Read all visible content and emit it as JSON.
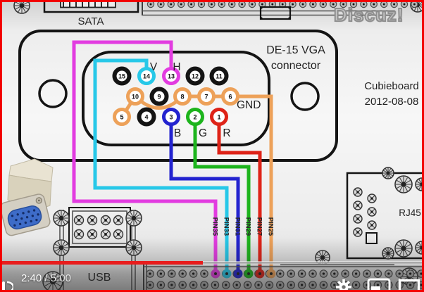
{
  "watermark": "Discuz!",
  "colors": {
    "magenta": "#e23ce0",
    "cyan": "#27c8e8",
    "blue": "#2323cf",
    "green": "#1db41d",
    "red": "#de2318",
    "orange": "#eda159",
    "progress": "#e81c1c",
    "frame": "#f20000"
  },
  "board": {
    "sata": "SATA",
    "usb": "USB",
    "rj45": "RJ45",
    "title_line1": "Cubieboard",
    "title_line2": "2012-08-08"
  },
  "vga": {
    "title_line1": "DE-15 VGA",
    "title_line2": "connector",
    "v": "V",
    "h": "H",
    "b": "B",
    "g": "G",
    "r": "R",
    "gnd": "GND",
    "pins": {
      "p1": "1",
      "p2": "2",
      "p3": "3",
      "p4": "4",
      "p5": "5",
      "p6": "6",
      "p7": "7",
      "p8": "8",
      "p9": "9",
      "p10": "10",
      "p11": "11",
      "p12": "12",
      "p13": "13",
      "p14": "14",
      "p15": "15"
    }
  },
  "wire_labels": {
    "pin35": "PIN35",
    "pin33": "PIN33",
    "pin31": "PIN31",
    "pin29": "PIN29",
    "pin27": "PIN27",
    "pin25": "PIN25"
  },
  "player": {
    "current_time": "2:40",
    "separator": "/",
    "duration": "5:00",
    "progress_percent": 47.8
  }
}
